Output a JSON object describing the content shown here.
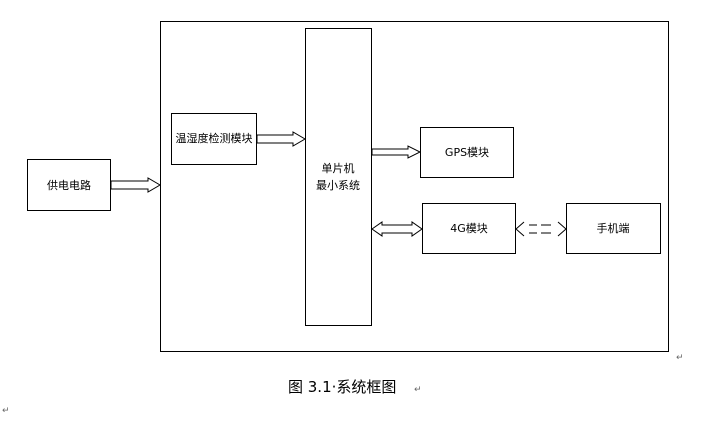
{
  "diagram": {
    "power": "供电电路",
    "sensor": "温湿度检测模块",
    "mcu_line1": "单片机",
    "mcu_line2": "最小系统",
    "gps": "GPS模块",
    "module4g": "4G模块",
    "phone": "手机端"
  },
  "caption": {
    "text": "图 3.1·系统框图"
  }
}
